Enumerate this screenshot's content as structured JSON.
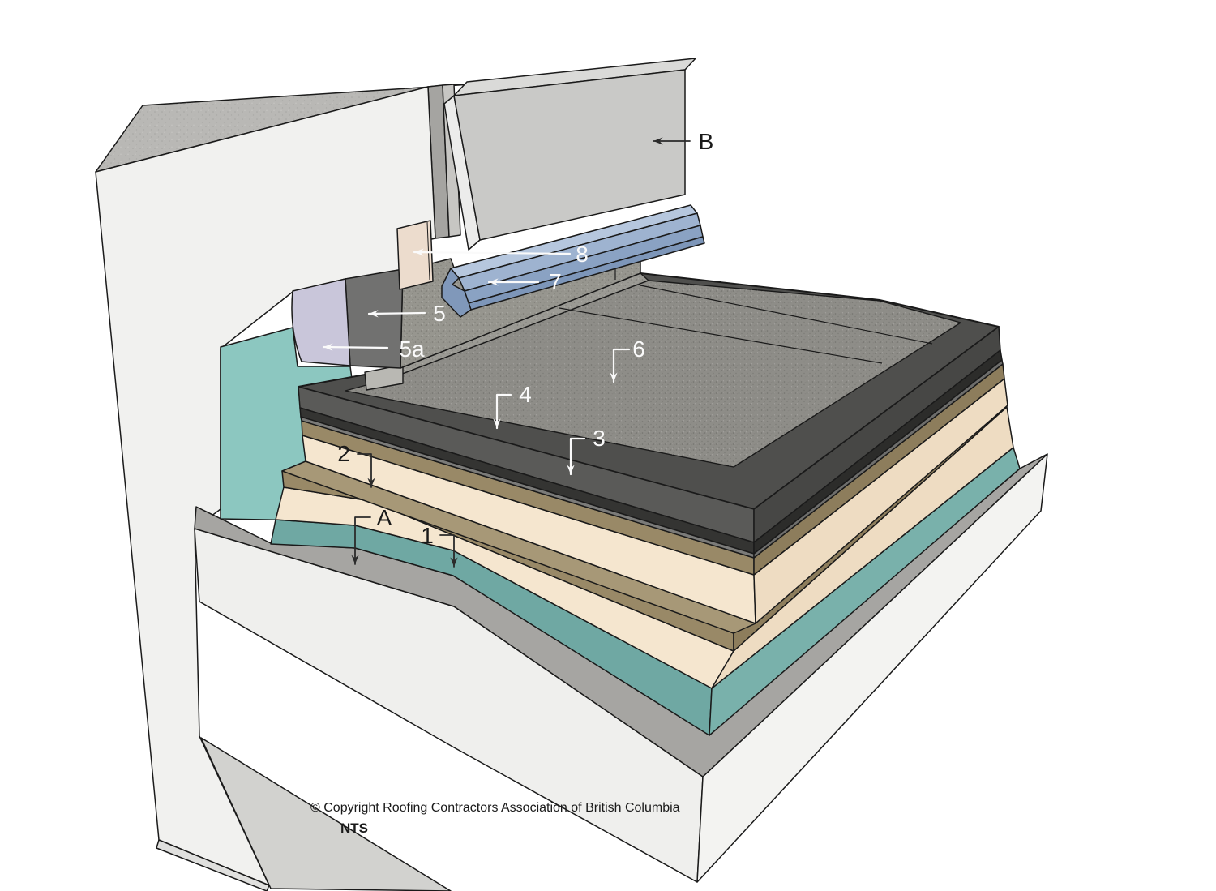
{
  "diagram": {
    "kind": "roofing-assembly-parapet-isometric-detail",
    "footer": {
      "copyright": "© Copyright Roofing Contractors Association of British Columbia",
      "scale_note": "NTS"
    },
    "callouts": [
      {
        "id": "A",
        "label": "A",
        "text_color": "#1a1a1a",
        "target": "concrete-roof-deck"
      },
      {
        "id": "1",
        "label": "1",
        "text_color": "#1a1a1a",
        "target": "teal-vapour-retarder-layer"
      },
      {
        "id": "2",
        "label": "2",
        "text_color": "#1a1a1a",
        "target": "tan-overlay-board-layer"
      },
      {
        "id": "3",
        "label": "3",
        "text_color": "#fafafa",
        "target": "dark-membrane-lower-ply"
      },
      {
        "id": "4",
        "label": "4",
        "text_color": "#fafafa",
        "target": "dark-membrane-upper-ply"
      },
      {
        "id": "5",
        "label": "5",
        "text_color": "#fafafa",
        "target": "wall-base-flashing-membrane"
      },
      {
        "id": "5a",
        "label": "5a",
        "text_color": "#fafafa",
        "target": "lavender-membrane-strip"
      },
      {
        "id": "6",
        "label": "6",
        "text_color": "#fafafa",
        "target": "granular-cap-sheet-field"
      },
      {
        "id": "7",
        "label": "7",
        "text_color": "#fafafa",
        "target": "blue-metal-counter-flashing"
      },
      {
        "id": "8",
        "label": "8",
        "text_color": "#fafafa",
        "target": "termination-strip-behind-flashing"
      },
      {
        "id": "B",
        "label": "B",
        "text_color": "#1a1a1a",
        "target": "concrete-panel"
      }
    ],
    "colors": {
      "background": "#ffffff",
      "concrete_face": "#f1f1ef",
      "concrete_top": "#b9b8b5",
      "deck_top": "#a6a5a2",
      "teal_membrane": "#6fa8a3",
      "teal_turnup": "#8cc7c0",
      "insulation_cream": "#f5e6cf",
      "board_tan": "#a79877",
      "membrane_dark": "#4f4f4d",
      "cap_sheet_granular": "#8e8d88",
      "wall_flashing_granular": "#97968f",
      "base_flashing_gray": "#717170",
      "lavender_strip": "#c9c6da",
      "termination_pink": "#ecdccd",
      "metal_blue": "#9eb3d0",
      "outline": "#1a1a1a"
    }
  }
}
